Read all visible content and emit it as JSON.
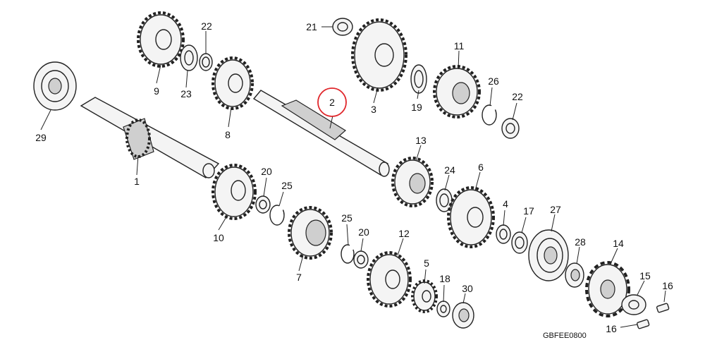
{
  "diagram": {
    "code": "GBFEE0800",
    "highlighted_part": "2",
    "highlight_color": "#e0262b",
    "callouts": [
      {
        "id": "p1",
        "label": "1"
      },
      {
        "id": "p2",
        "label": "2"
      },
      {
        "id": "p3",
        "label": "3"
      },
      {
        "id": "p4",
        "label": "4"
      },
      {
        "id": "p5",
        "label": "5"
      },
      {
        "id": "p6",
        "label": "6"
      },
      {
        "id": "p7",
        "label": "7"
      },
      {
        "id": "p8",
        "label": "8"
      },
      {
        "id": "p9",
        "label": "9"
      },
      {
        "id": "p10",
        "label": "10"
      },
      {
        "id": "p11",
        "label": "11"
      },
      {
        "id": "p12",
        "label": "12"
      },
      {
        "id": "p13",
        "label": "13"
      },
      {
        "id": "p14",
        "label": "14"
      },
      {
        "id": "p15",
        "label": "15"
      },
      {
        "id": "p16a",
        "label": "16"
      },
      {
        "id": "p16b",
        "label": "16"
      },
      {
        "id": "p17",
        "label": "17"
      },
      {
        "id": "p18",
        "label": "18"
      },
      {
        "id": "p19",
        "label": "19"
      },
      {
        "id": "p20a",
        "label": "20"
      },
      {
        "id": "p20b",
        "label": "20"
      },
      {
        "id": "p21",
        "label": "21"
      },
      {
        "id": "p22a",
        "label": "22"
      },
      {
        "id": "p22b",
        "label": "22"
      },
      {
        "id": "p23",
        "label": "23"
      },
      {
        "id": "p24",
        "label": "24"
      },
      {
        "id": "p25a",
        "label": "25"
      },
      {
        "id": "p25b",
        "label": "25"
      },
      {
        "id": "p26",
        "label": "26"
      },
      {
        "id": "p27",
        "label": "27"
      },
      {
        "id": "p28",
        "label": "28"
      },
      {
        "id": "p29",
        "label": "29"
      },
      {
        "id": "p30",
        "label": "30"
      }
    ]
  }
}
